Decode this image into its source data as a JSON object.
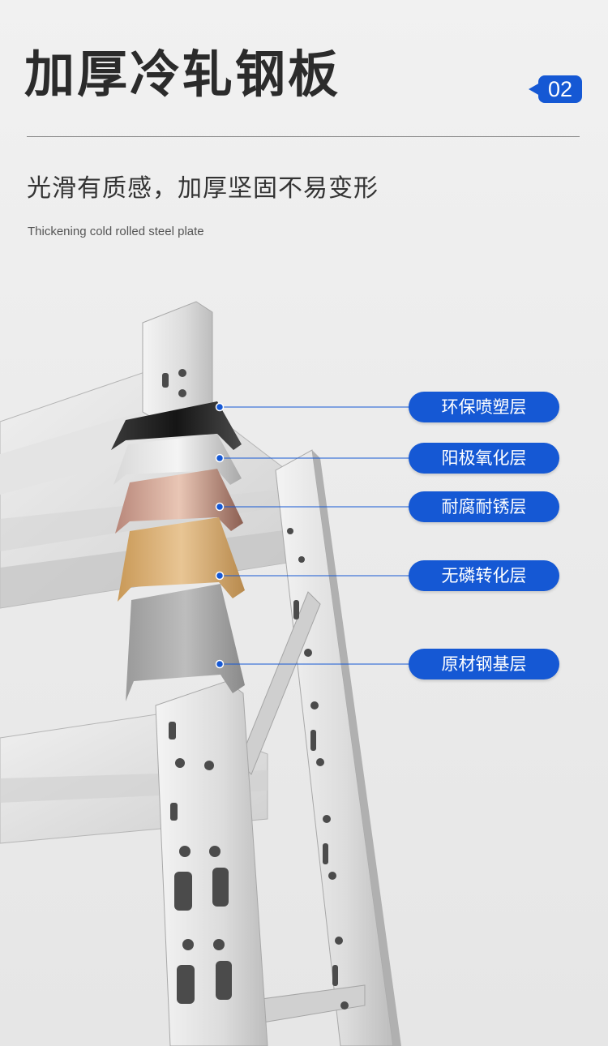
{
  "header": {
    "title": "加厚冷轧钢板",
    "badge": "02",
    "subtitle": "光滑有质感，加厚坚固不易变形",
    "subtitle_en": "Thickening cold rolled steel plate"
  },
  "layers": [
    {
      "label": "环保喷塑层",
      "color": "#2b2b2b"
    },
    {
      "label": "阳极氧化层",
      "color": "#c9c9c9"
    },
    {
      "label": "耐腐耐锈层",
      "color": "#c89f8c"
    },
    {
      "label": "无磷转化层",
      "color": "#d7b178"
    },
    {
      "label": "原材钢基层",
      "color": "#a9a9a9"
    }
  ],
  "colors": {
    "accent": "#1558d4",
    "title": "#2b2b2b",
    "background": "#ececec"
  }
}
